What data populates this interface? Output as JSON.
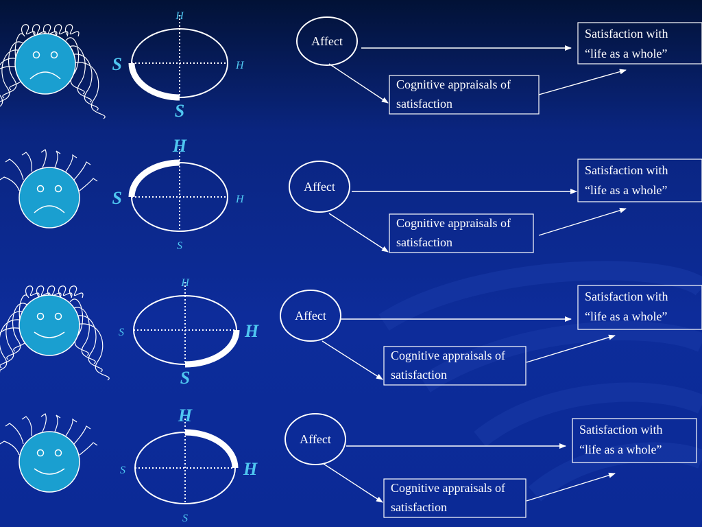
{
  "colors": {
    "face": "#1a9fd0",
    "label": "#4fc6f0",
    "line": "#ffffff",
    "background": "#0d2c9a"
  },
  "rows": [
    {
      "mood": "sad",
      "hair": "curly",
      "labels": {
        "top": "H",
        "left": "S",
        "right": "H",
        "bottom": "S"
      },
      "bold": [
        "left",
        "bottom"
      ],
      "arc": "left-bottom",
      "affect": "Affect",
      "appraisal_line1": "Cognitive appraisals of",
      "appraisal_line2": "satisfaction",
      "satisfaction_line1": "Satisfaction with",
      "satisfaction_line2": "“life as a whole”"
    },
    {
      "mood": "sad",
      "hair": "spiky",
      "labels": {
        "top": "H",
        "left": "S",
        "right": "H",
        "bottom": "S"
      },
      "bold": [
        "top",
        "left"
      ],
      "arc": "left-top",
      "affect": "Affect",
      "appraisal_line1": "Cognitive appraisals of",
      "appraisal_line2": "satisfaction",
      "satisfaction_line1": "Satisfaction with",
      "satisfaction_line2": "“life as a whole”"
    },
    {
      "mood": "happy",
      "hair": "curly",
      "labels": {
        "top": "H",
        "left": "S",
        "right": "H",
        "bottom": "S"
      },
      "bold": [
        "right",
        "bottom"
      ],
      "arc": "right-bottom",
      "affect": "Affect",
      "appraisal_line1": "Cognitive appraisals of",
      "appraisal_line2": "satisfaction",
      "satisfaction_line1": "Satisfaction with",
      "satisfaction_line2": "“life as a whole”"
    },
    {
      "mood": "happy",
      "hair": "spiky",
      "labels": {
        "top": "H",
        "left": "S",
        "right": "H",
        "bottom": "S"
      },
      "bold": [
        "top",
        "right"
      ],
      "arc": "right-top",
      "affect": "Affect",
      "appraisal_line1": "Cognitive appraisals of",
      "appraisal_line2": "satisfaction",
      "satisfaction_line1": "Satisfaction with",
      "satisfaction_line2": "“life as a whole”"
    }
  ]
}
